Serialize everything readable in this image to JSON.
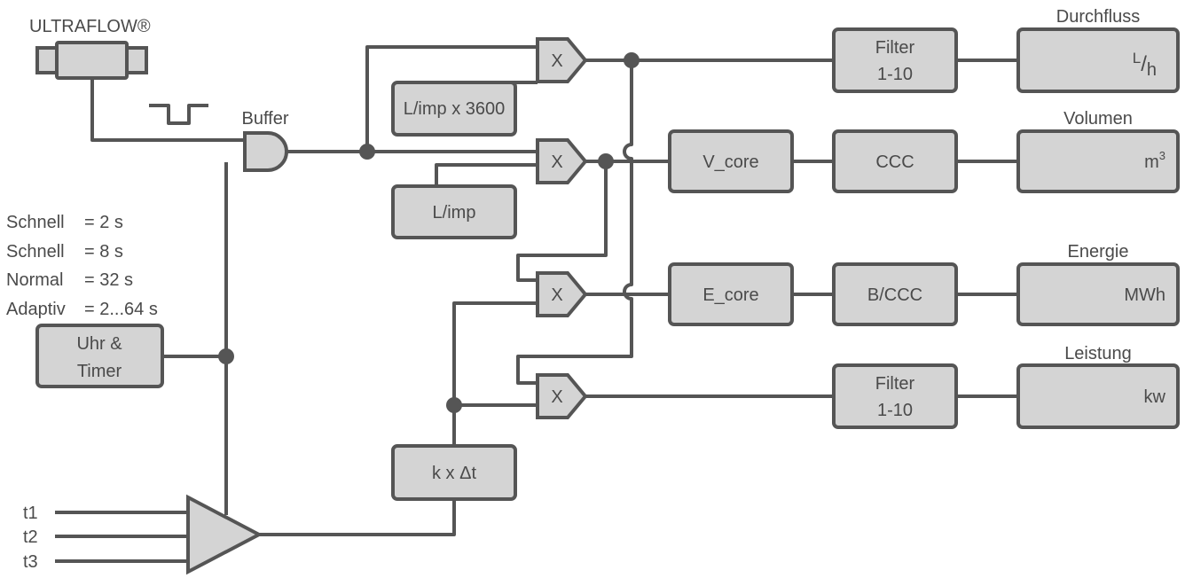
{
  "colors": {
    "block_fill": "#d4d4d4",
    "line": "#555555",
    "text": "#4a4a4a"
  },
  "sensor": {
    "name": "ULTRAFLOW®",
    "icon": "flow-meter-icon"
  },
  "buffer": {
    "label": "Buffer"
  },
  "modes": [
    {
      "name": "Schnell",
      "value": "= 2 s"
    },
    {
      "name": "Schnell",
      "value": "= 8 s"
    },
    {
      "name": "Normal",
      "value": "= 32 s"
    },
    {
      "name": "Adaptiv",
      "value": "= 2...64 s"
    }
  ],
  "clock": {
    "line1": "Uhr &",
    "line2": "Timer"
  },
  "inputs": [
    "t1",
    "t2",
    "t3"
  ],
  "k_block": "k x Δt",
  "multipliers": [
    "X",
    "X",
    "X",
    "X"
  ],
  "factors": {
    "flow": "L/imp x 3600",
    "volume": "L/imp"
  },
  "cores": {
    "volume": "V_core",
    "energy": "E_core"
  },
  "filters": {
    "flow": {
      "line1": "Filter",
      "line2": "1-10"
    },
    "power": {
      "line1": "Filter",
      "line2": "1-10"
    }
  },
  "stages": {
    "volume": "CCC",
    "energy": "B/CCC"
  },
  "outputs": {
    "flow": {
      "title": "Durchfluss",
      "unit_main": "L",
      "unit_sep": "/",
      "unit_sub": "h"
    },
    "volume": {
      "title": "Volumen",
      "unit_main": "m",
      "unit_sup": "3"
    },
    "energy": {
      "title": "Energie",
      "unit": "MWh"
    },
    "power": {
      "title": "Leistung",
      "unit": "kw"
    }
  }
}
